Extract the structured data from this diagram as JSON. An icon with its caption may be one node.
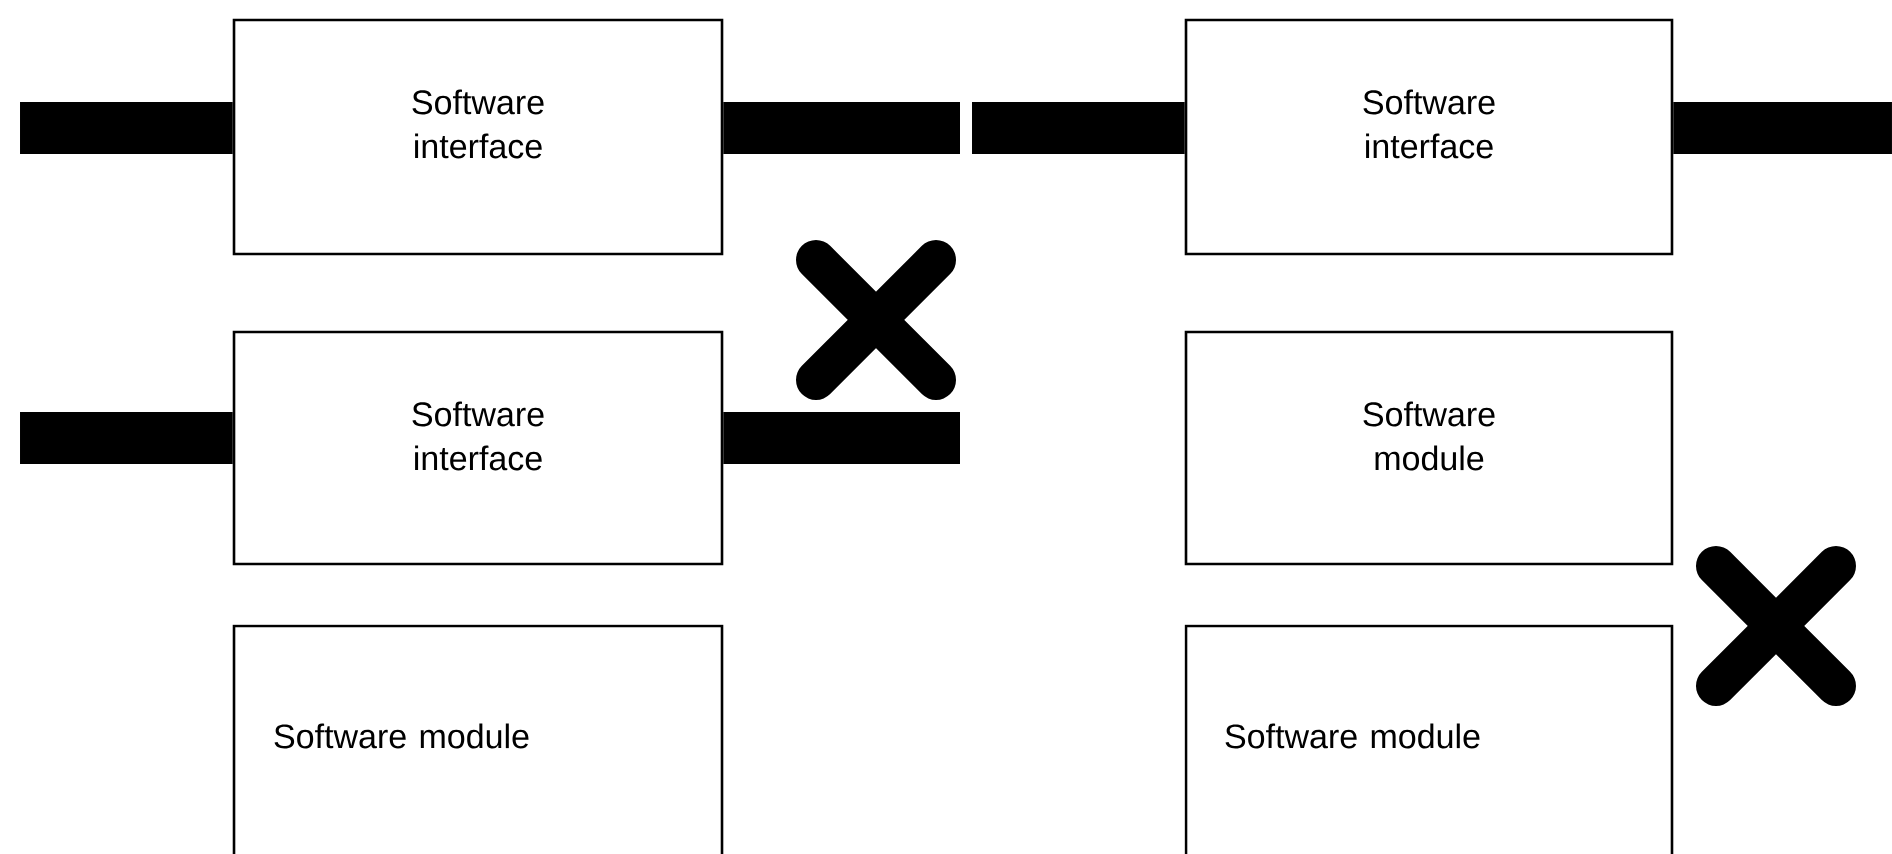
{
  "diagram": {
    "nodes": [
      {
        "text": [
          "Software interface"
        ]
      },
      {
        "text": [
          "Software interface"
        ]
      },
      {
        "text": [
          "Software module"
        ]
      },
      {
        "text": [
          "Software interface"
        ]
      },
      {
        "text": [
          "Software module"
        ]
      },
      {
        "text": [
          "Software module"
        ]
      }
    ],
    "edges": [
      {
        "from": null,
        "to": 0,
        "arrow": "none"
      },
      {
        "from": 0,
        "to": null,
        "arrow": "none"
      },
      {
        "from": null,
        "to": 3,
        "arrow": "none"
      },
      {
        "from": 3,
        "to": null,
        "arrow": "none"
      },
      {
        "from": null,
        "to": 1,
        "arrow": "none"
      },
      {
        "from": 1,
        "to": null,
        "arrow": "none"
      }
    ]
  }
}
